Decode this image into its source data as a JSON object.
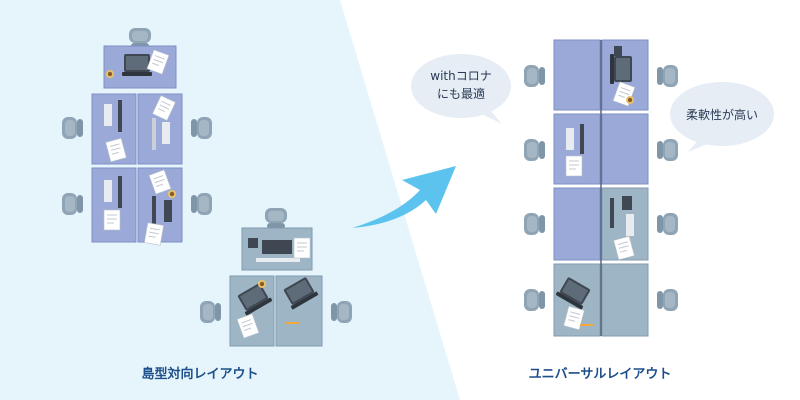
{
  "labels": {
    "island": "島型対向レイアウト",
    "universal": "ユニバーサルレイアウト"
  },
  "bubbles": {
    "corona_line1": "withコロナ",
    "corona_line2": "にも最適",
    "flexible": "柔軟性が高い"
  },
  "colors": {
    "left_bg": "#e6f5fc",
    "desk_blue": "#9aa9d8",
    "desk_grey": "#9eb5c5",
    "chair": "#7f96a8",
    "arrow": "#5cc3ee",
    "bubble": "#e6edf4",
    "label": "#1d4f8a"
  },
  "icons": [
    "chair-icon",
    "laptop-icon",
    "monitor-icon",
    "keyboard-icon",
    "paper-icon",
    "phone-icon",
    "mug-icon",
    "pen-icon",
    "arrow-icon",
    "speech-bubble-icon"
  ]
}
